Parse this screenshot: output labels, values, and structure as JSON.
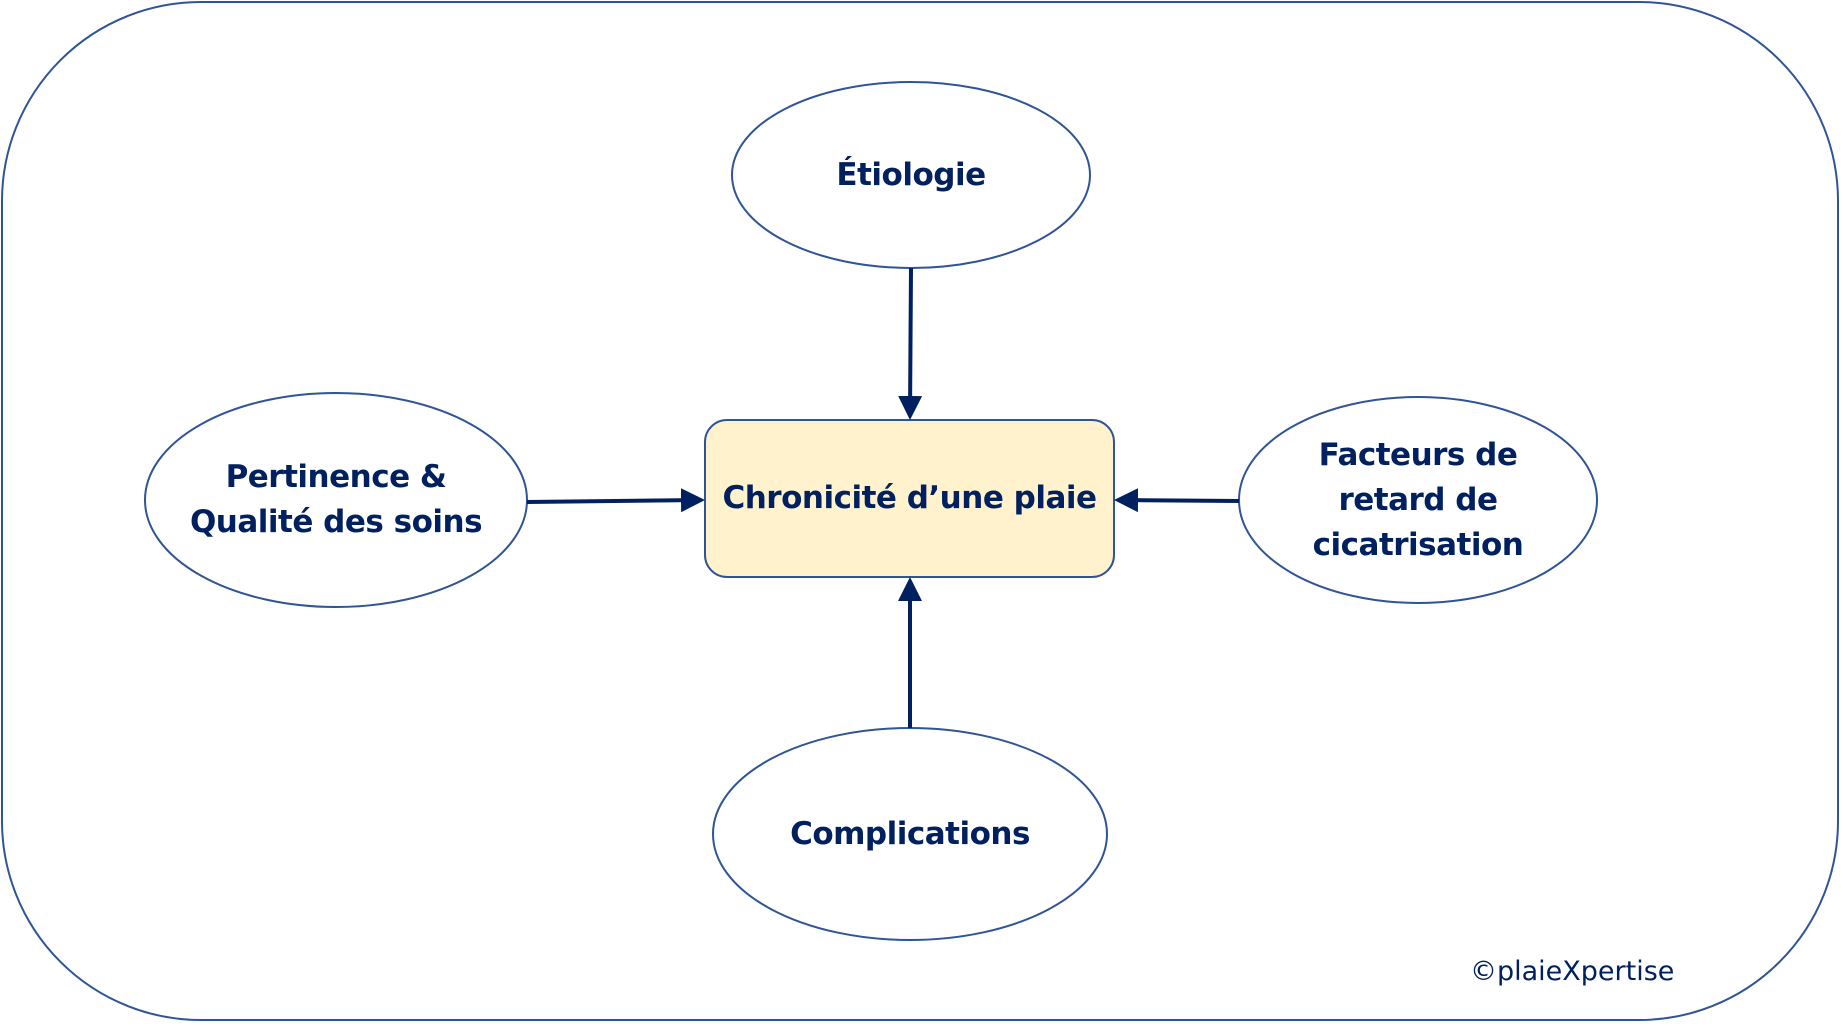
{
  "diagram": {
    "center": {
      "label": "Chronicité d’une plaie",
      "fill": "#fff2cc"
    },
    "nodes": [
      {
        "id": "etiologie",
        "label": "Étiologie",
        "direction": "top"
      },
      {
        "id": "pertinence",
        "label": "Pertinence &\nQualité des soins",
        "direction": "left"
      },
      {
        "id": "facteurs",
        "label": "Facteurs de\nretard de\ncicatrisation",
        "direction": "right"
      },
      {
        "id": "complications",
        "label": "Complications",
        "direction": "bottom"
      }
    ],
    "edges": [
      {
        "from": "etiologie",
        "to": "center"
      },
      {
        "from": "pertinence",
        "to": "center"
      },
      {
        "from": "facteurs",
        "to": "center"
      },
      {
        "from": "complications",
        "to": "center"
      }
    ]
  },
  "colors": {
    "text": "#002060",
    "border": "#2f5597",
    "arrow": "#002060"
  },
  "watermark": "©plaieXpertise"
}
